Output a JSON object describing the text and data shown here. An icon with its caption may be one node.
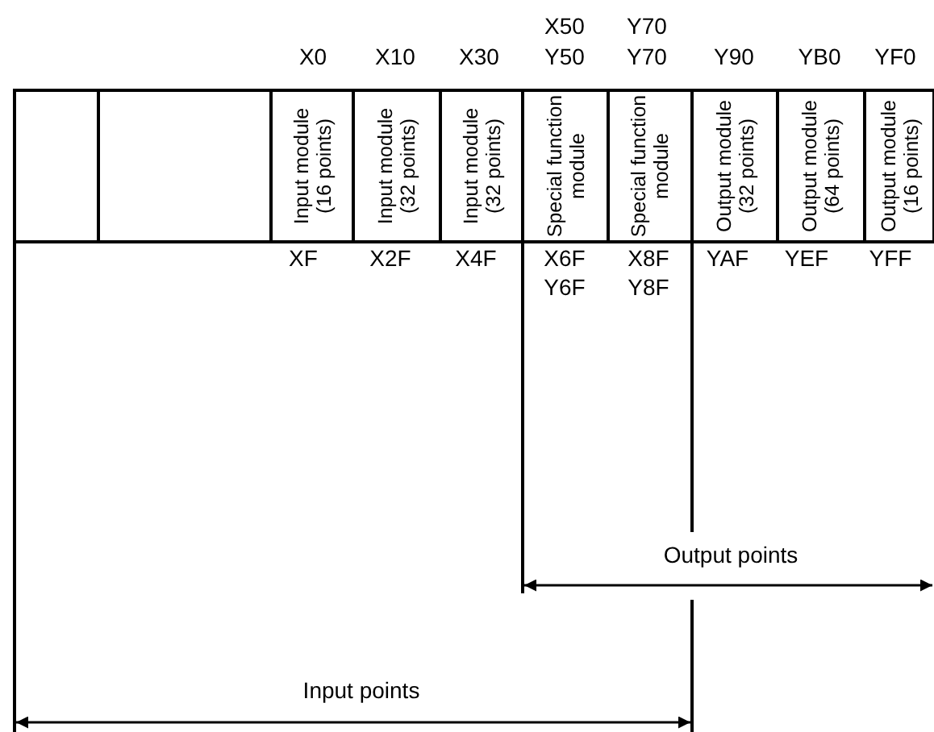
{
  "diagram": {
    "nodes": [
      {
        "text": [],
        "shape": "box"
      },
      {
        "text": [],
        "shape": "box"
      },
      {
        "text": [
          "Input module (16 points)"
        ]
      },
      {
        "text": [
          "Input module (32 points)"
        ]
      },
      {
        "text": [
          "Input module (32 points)"
        ]
      },
      {
        "text": [
          "Special function module"
        ]
      },
      {
        "text": [
          "Special function module"
        ]
      },
      {
        "text": [
          "Output module (32 points)"
        ]
      },
      {
        "text": [
          "Output module (64 points)"
        ]
      },
      {
        "text": [
          "Output module (16 points)"
        ]
      }
    ],
    "labels": [
      "X50",
      "Y70",
      "X0",
      "X10",
      "X30",
      "Y50",
      "Y70",
      "Y90",
      "YB0",
      "YF0",
      "XF",
      "X2F",
      "X4F",
      "X6F",
      "X8F",
      "YAF",
      "YEF",
      "YFF",
      "Y6F",
      "Y8F",
      "Output points",
      "Input points"
    ]
  }
}
